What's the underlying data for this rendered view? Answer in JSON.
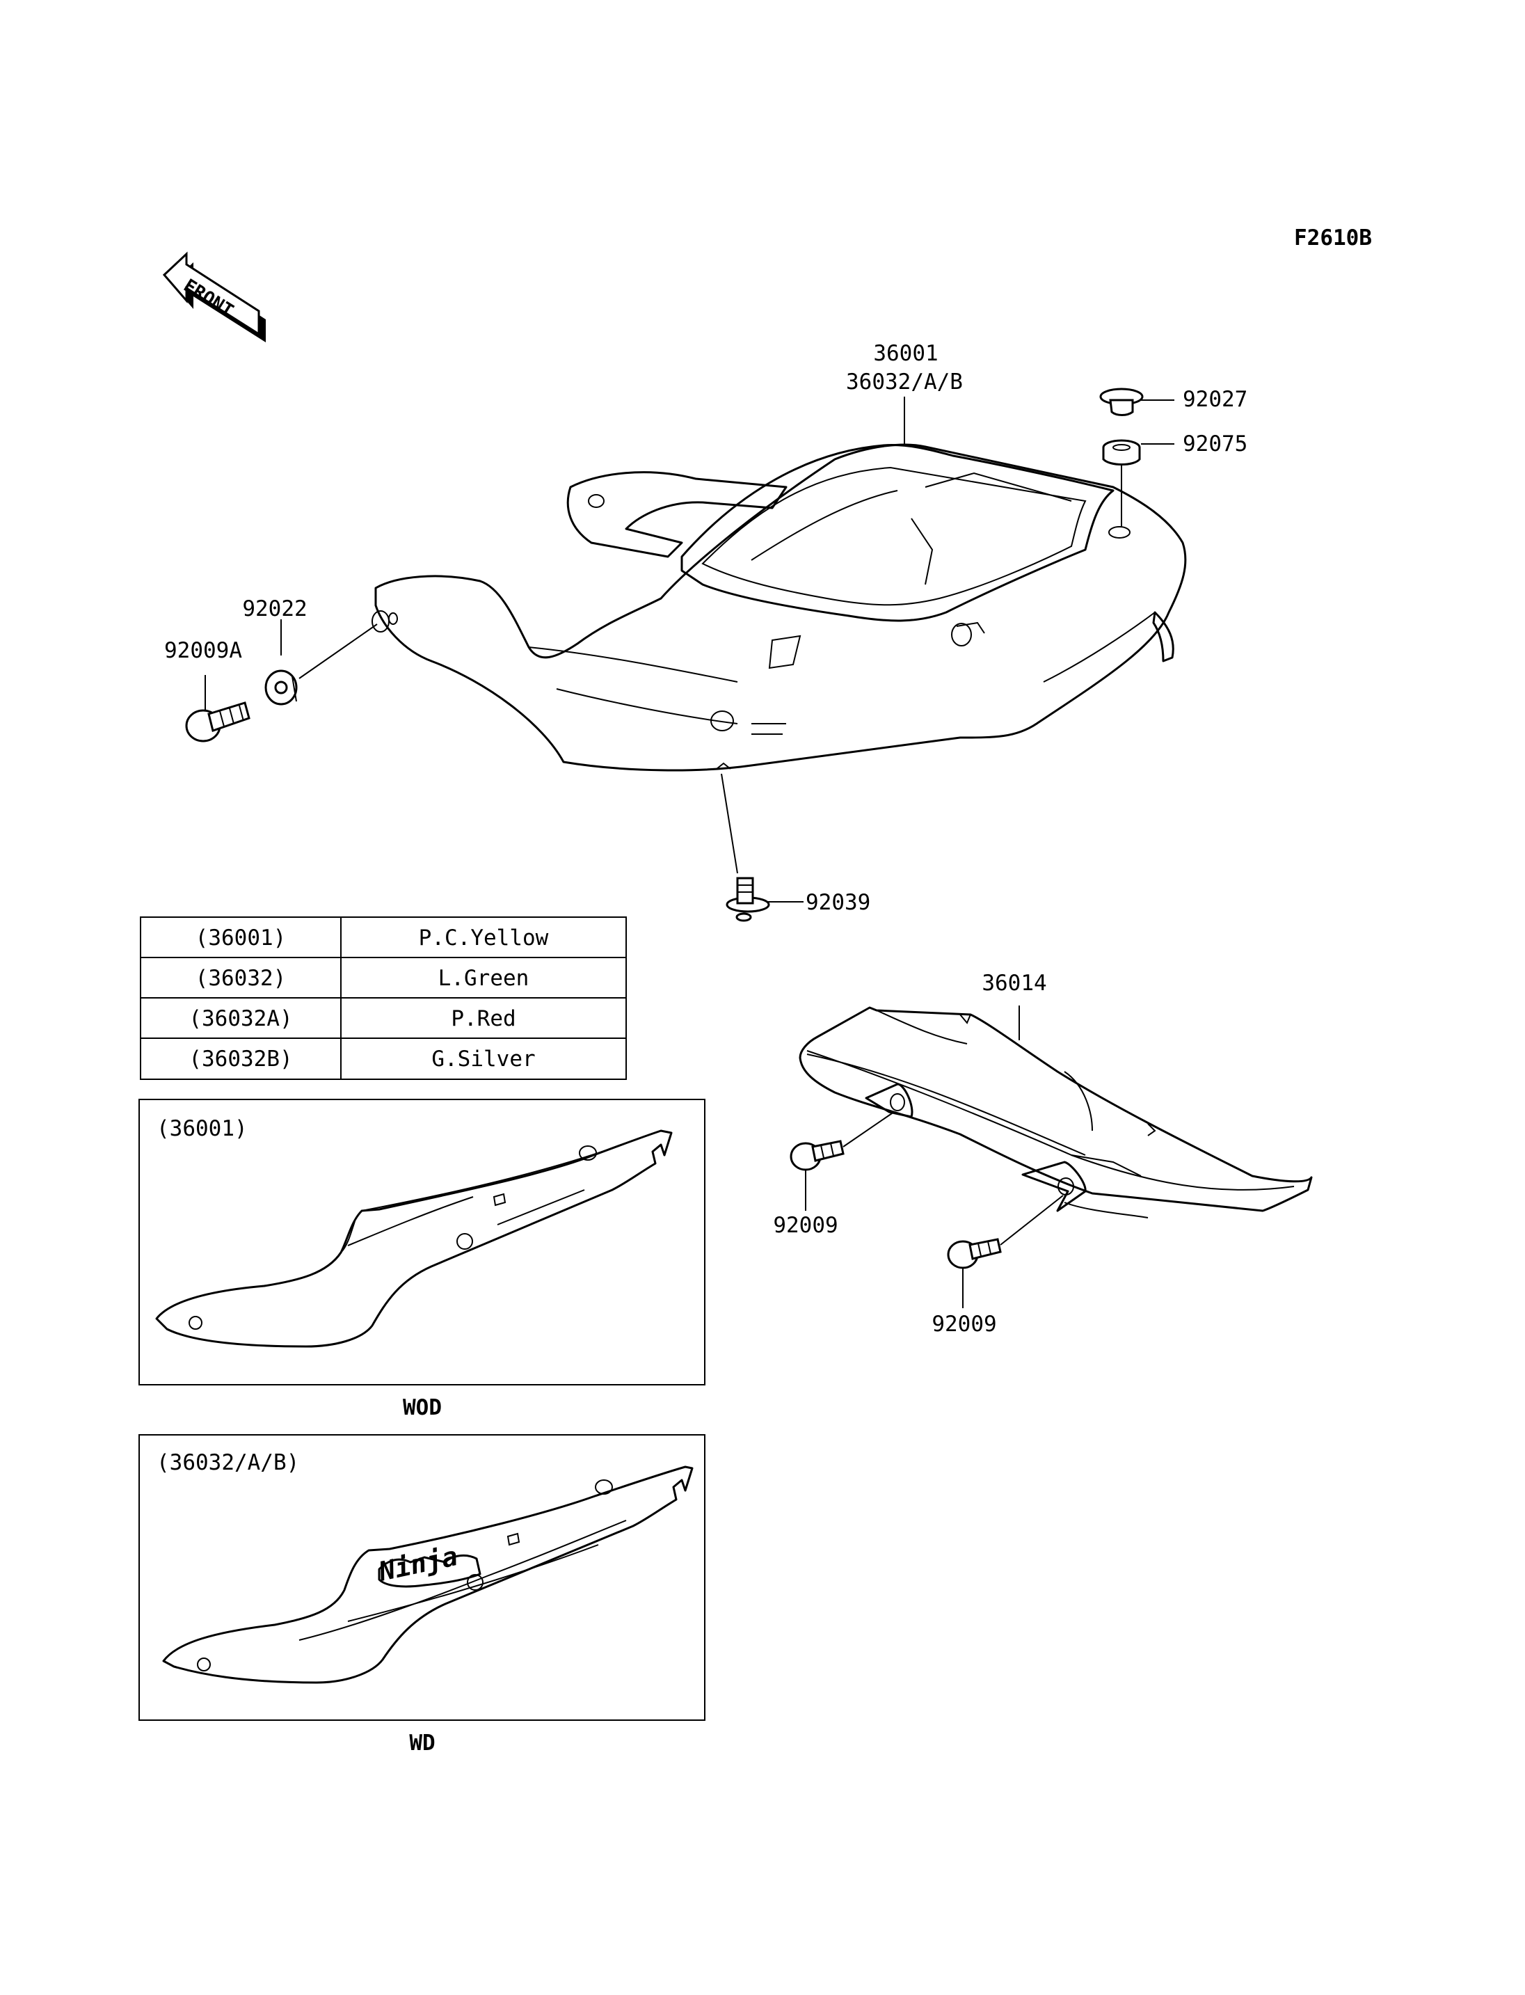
{
  "figure_code": "F2610B",
  "front_arrow_label": "FRONT",
  "labels": {
    "p36001": "36001",
    "p36032": "36032/A/B",
    "p92027": "92027",
    "p92075": "92075",
    "p92022": "92022",
    "p92009A": "92009A",
    "p92039": "92039",
    "p36014": "36014",
    "p92009_a": "92009",
    "p92009_b": "92009"
  },
  "color_table": {
    "rows": [
      {
        "code": "(36001)",
        "color": "P.C.Yellow"
      },
      {
        "code": "(36032)",
        "color": "L.Green"
      },
      {
        "code": "(36032A)",
        "color": "P.Red"
      },
      {
        "code": "(36032B)",
        "color": "G.Silver"
      }
    ]
  },
  "variants": [
    {
      "box_label": "(36001)",
      "caption": "WOD"
    },
    {
      "box_label": "(36032/A/B)",
      "caption": "WD",
      "decal_text": "Ninja"
    }
  ],
  "colors": {
    "line": "#000000",
    "background": "#ffffff"
  }
}
